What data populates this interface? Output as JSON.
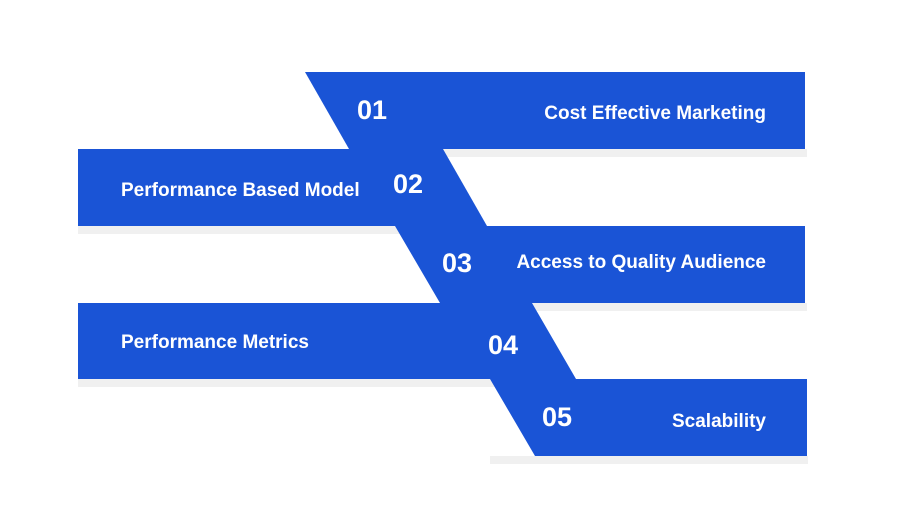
{
  "colors": {
    "band": "#1a54d6",
    "text": "#ffffff",
    "background": "#ffffff"
  },
  "steps": [
    {
      "number": "01",
      "label": "Cost Effective Marketing"
    },
    {
      "number": "02",
      "label": "Performance Based Model"
    },
    {
      "number": "03",
      "label": "Access to Quality Audience"
    },
    {
      "number": "04",
      "label": "Performance Metrics"
    },
    {
      "number": "05",
      "label": "Scalability"
    }
  ]
}
